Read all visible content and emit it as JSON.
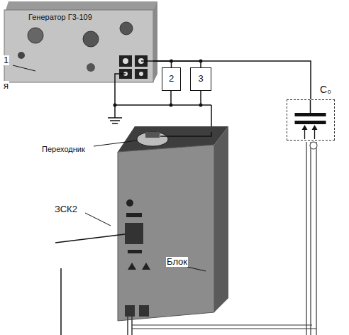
{
  "diagram": {
    "nodes": [
      {
        "text": [
          "Генератор Г3-109"
        ]
      },
      {
        "text": [
          "2"
        ]
      },
      {
        "text": [
          "3"
        ]
      },
      {
        "text": [
          "C₀"
        ]
      }
    ],
    "edges": [
      {
        "from": 0,
        "to": 1,
        "arrow": "none"
      },
      {
        "from": 0,
        "to": 2,
        "arrow": "none"
      },
      {
        "from": 0,
        "to": 3,
        "arrow": "none"
      }
    ],
    "labels": [
      "1",
      "я",
      "Переходник",
      "ЗСК2",
      "Блок"
    ]
  }
}
